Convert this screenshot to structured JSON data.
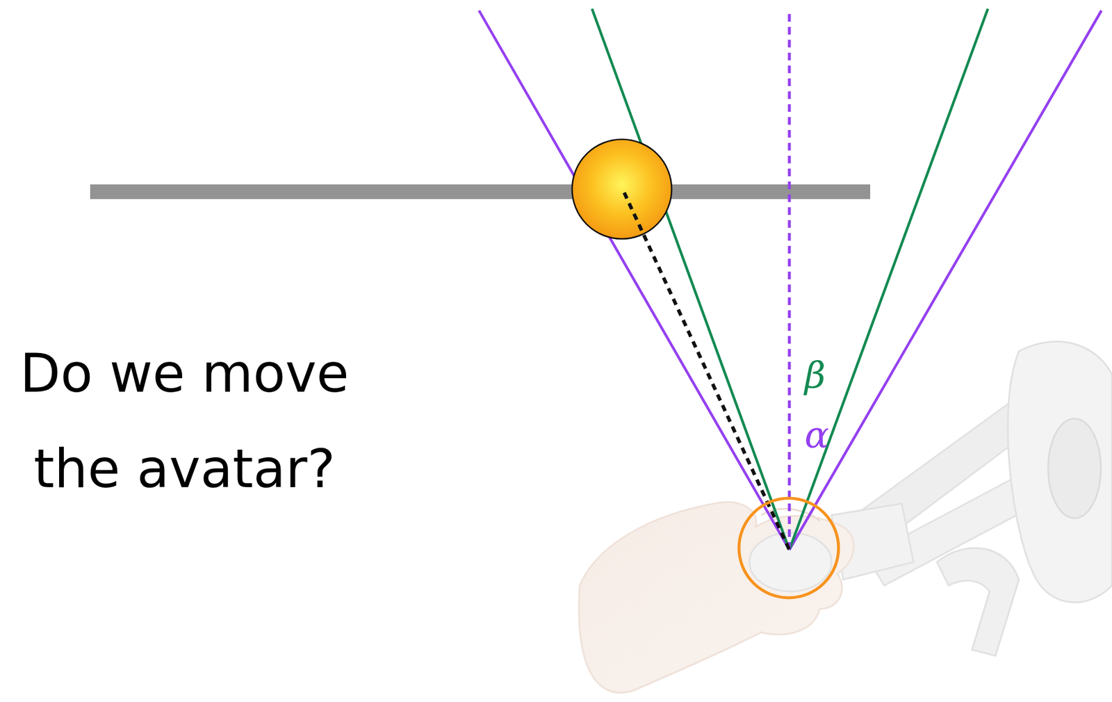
{
  "diagram": {
    "labels": [
      "Do we move the avatar?",
      "β",
      "α"
    ]
  }
}
